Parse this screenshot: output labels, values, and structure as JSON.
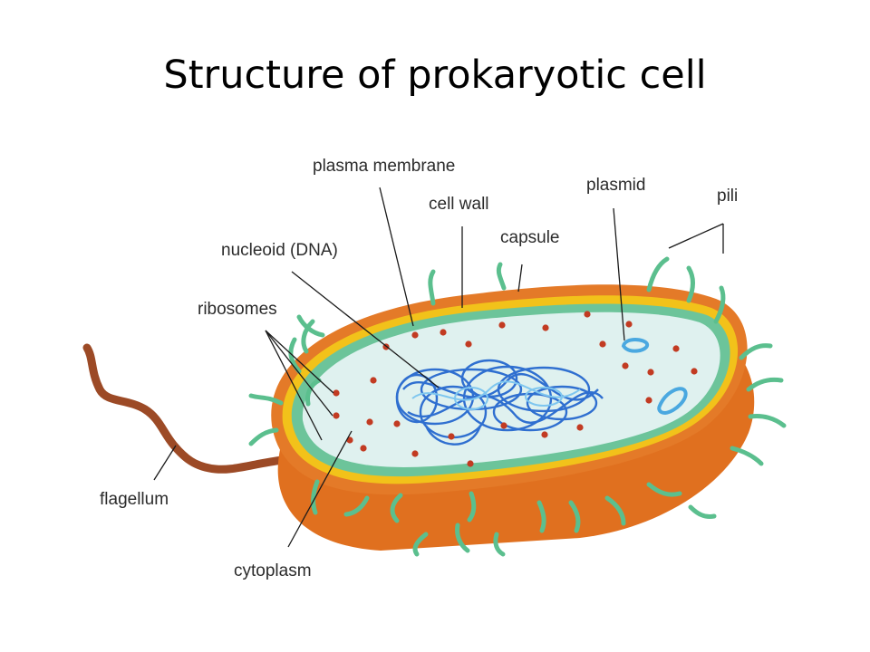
{
  "title": "Structure of prokaryotic cell",
  "labels": {
    "plasma_membrane": "plasma membrane",
    "cell_wall": "cell wall",
    "capsule": "capsule",
    "plasmid": "plasmid",
    "pili": "pili",
    "nucleoid": "nucleoid (DNA)",
    "ribosomes": "ribosomes",
    "flagellum": "flagellum",
    "cytoplasm": "cytoplasm"
  },
  "colors": {
    "body_orange": "#e0701f",
    "wall_yellow": "#f2c21a",
    "membrane_green": "#6cc49a",
    "cytoplasm": "#dff1ef",
    "dna_blue": "#2f6fd0",
    "plasmid_blue": "#7ec6ef",
    "ribosome": "#c23b22",
    "pili_green": "#5bbf8e",
    "flagellum_brown": "#9c4a26"
  }
}
